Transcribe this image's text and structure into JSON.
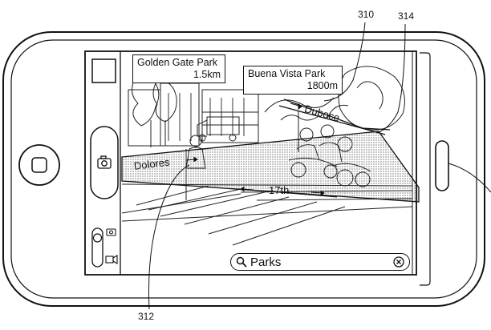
{
  "pois": [
    {
      "name": "Golden Gate Park",
      "distance": "1.5km"
    },
    {
      "name": "Buena Vista Park",
      "distance": "1800m"
    }
  ],
  "streets": {
    "duboce": "Duboce",
    "dolores": "Dolores",
    "seventeenth": "17th"
  },
  "search": {
    "query": "Parks"
  },
  "reference_numerals": {
    "r310": "310",
    "r312": "312",
    "r314": "314"
  },
  "icons": {
    "camera": "camera-icon",
    "photo_mode": "photo-mode-icon",
    "video_mode": "video-mode-icon",
    "search": "magnifier-icon",
    "clear": "clear-icon"
  }
}
